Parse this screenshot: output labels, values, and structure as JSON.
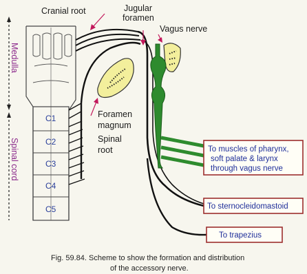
{
  "labels": {
    "cranial_root": "Cranial root",
    "jugular_foramen_1": "Jugular",
    "jugular_foramen_2": "foramen",
    "vagus_nerve": "Vagus nerve",
    "foramen_magnum_1": "Foramen",
    "foramen_magnum_2": "magnum",
    "spinal_root_1": "Spinal",
    "spinal_root_2": "root",
    "medulla": "Medulla",
    "spinal_cord": "Spinal cord"
  },
  "segments": [
    "C1",
    "C2",
    "C3",
    "C4",
    "C5"
  ],
  "boxes": {
    "pharynx": [
      "To muscles of pharynx,",
      "soft palate & larynx",
      "through vagus nerve"
    ],
    "sternocleidomastoid": "To sternocleidomastoid",
    "trapezius": "To trapezius"
  },
  "caption": {
    "line1": "Fig. 59.84. Scheme to show the formation and distribution",
    "line2": "of the accessory nerve."
  },
  "colors": {
    "vagus_green": "#2e8b2e",
    "box_border": "#9c2d2d",
    "arrow_red": "#c2185b",
    "bone_fill": "#f3ef9c"
  }
}
